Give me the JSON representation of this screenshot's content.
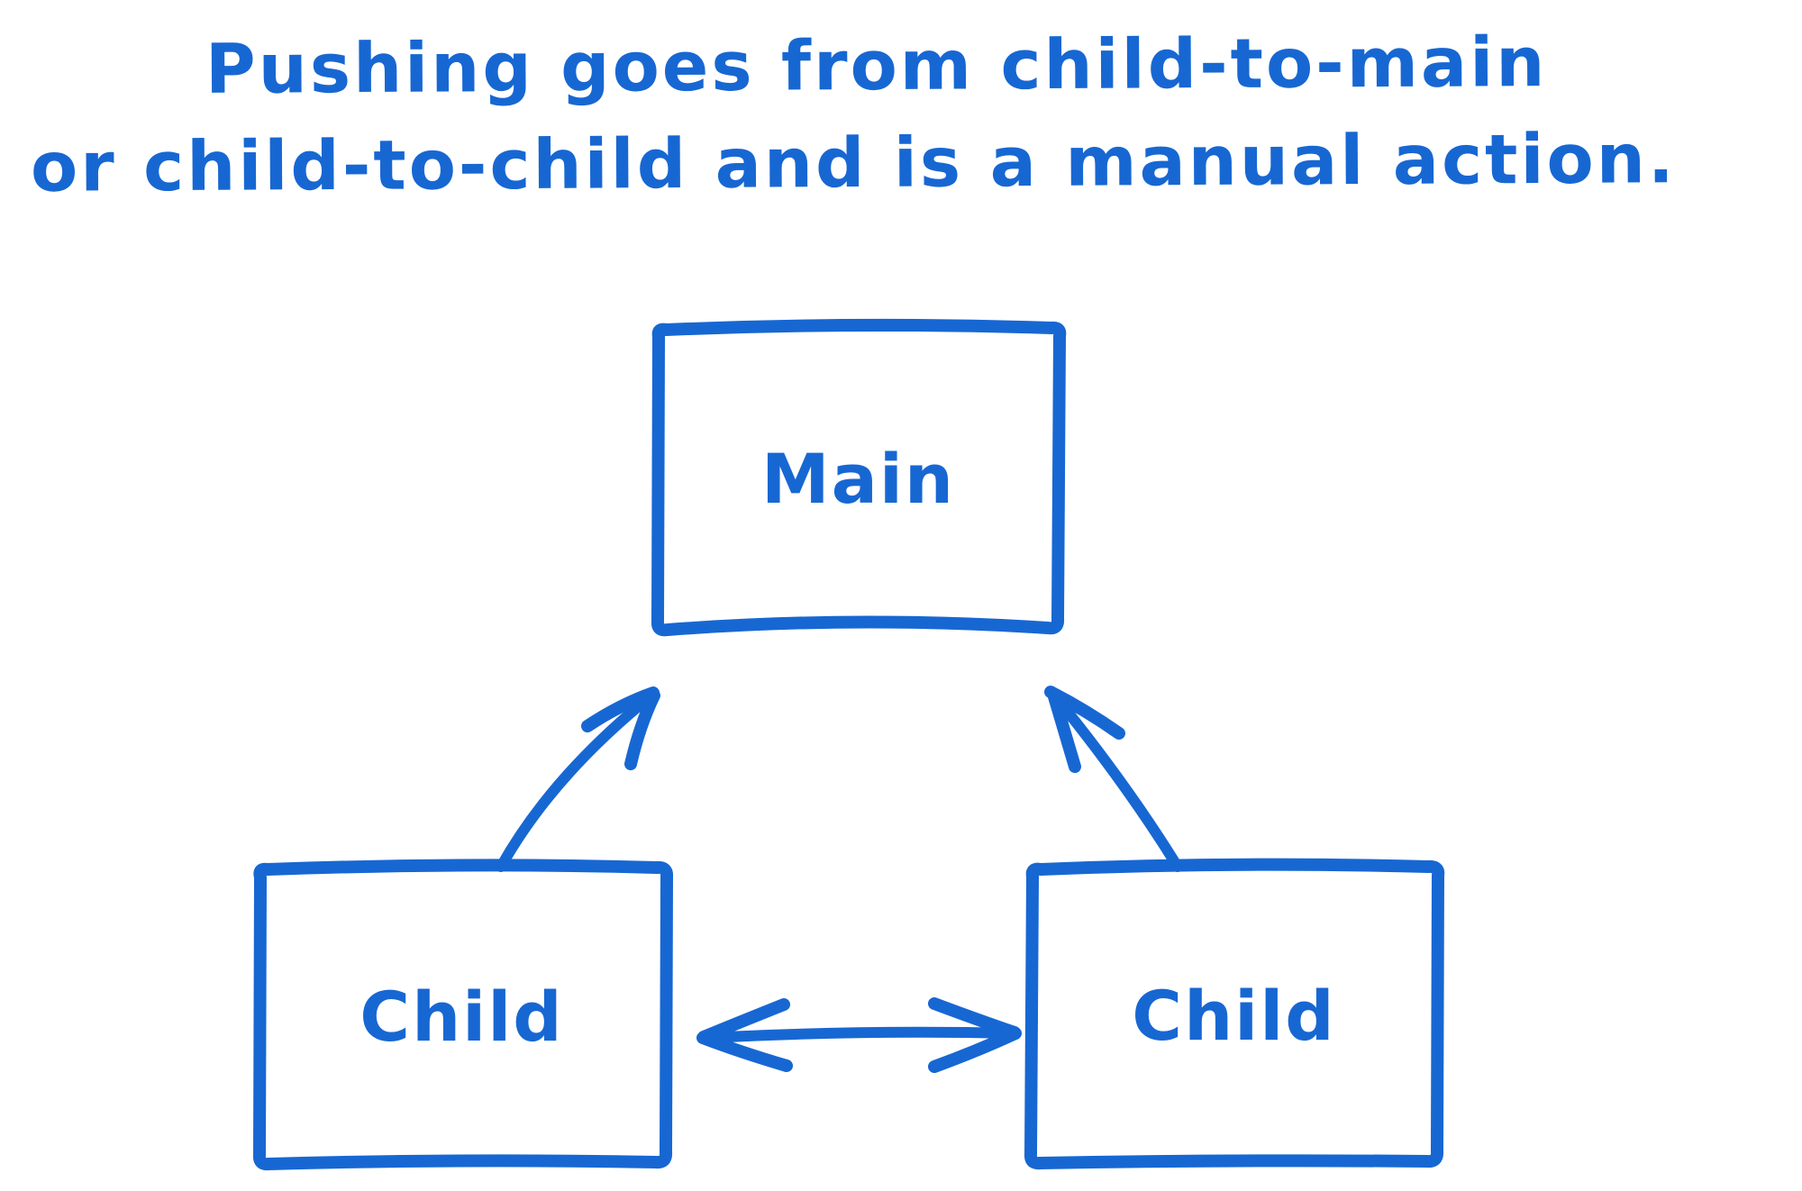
{
  "title": {
    "line1": "Pushing goes from child-to-main",
    "line2": "or child-to-child and is a manual action."
  },
  "nodes": {
    "main": {
      "label": "Main"
    },
    "child_left": {
      "label": "Child"
    },
    "child_right": {
      "label": "Child"
    }
  },
  "edges": [
    {
      "from": "child_left",
      "to": "main",
      "style": "arrow",
      "meaning": "push from child to main"
    },
    {
      "from": "child_right",
      "to": "main",
      "style": "arrow",
      "meaning": "push from child to main"
    },
    {
      "from": "child_left",
      "to": "child_right",
      "style": "double_arrow",
      "meaning": "push between children"
    }
  ],
  "colors": {
    "ink": "#1767d3",
    "background": "#ffffff"
  }
}
